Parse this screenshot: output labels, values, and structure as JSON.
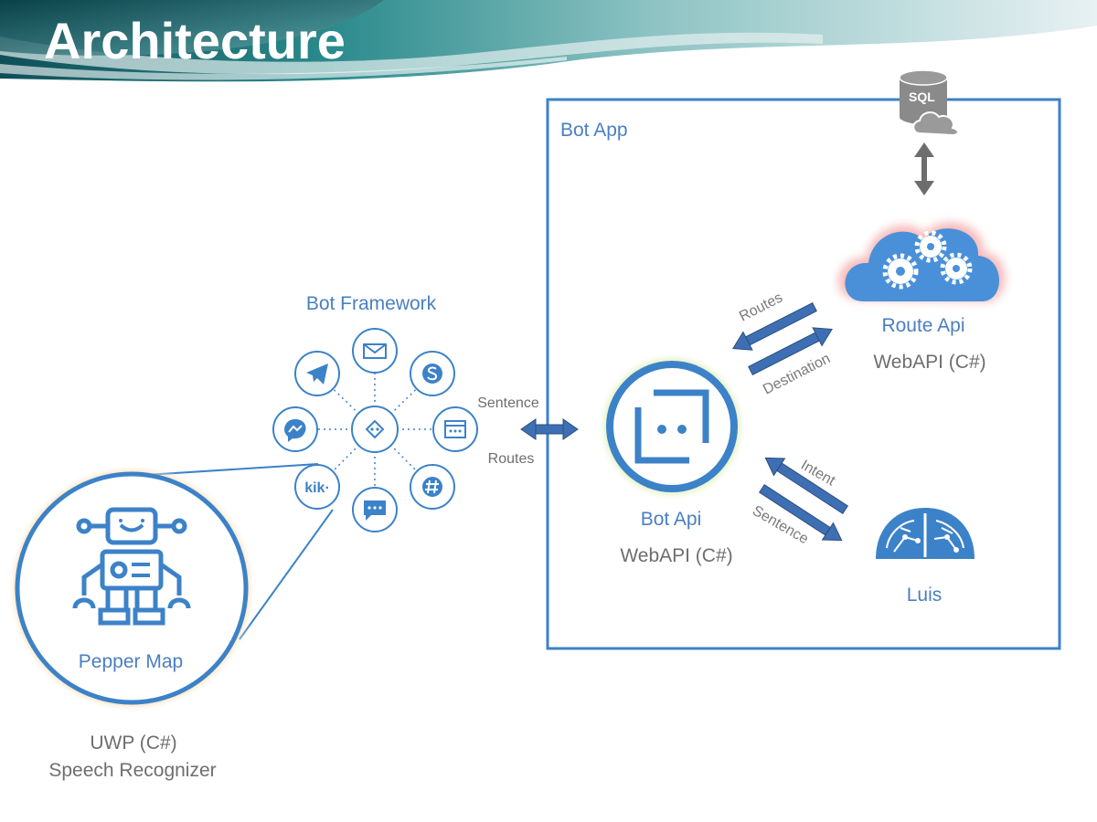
{
  "title": "Architecture",
  "bot_app": {
    "label": "Bot App"
  },
  "bot_framework": {
    "label": "Bot Framework",
    "channels": [
      "email-icon",
      "skype-icon",
      "webchat-icon",
      "slack-icon",
      "sms-icon",
      "kik-icon",
      "messenger-icon",
      "telegram-icon"
    ],
    "kik_text": "kik·"
  },
  "pepper_map": {
    "label": "Pepper Map",
    "tech": "UWP (C#)",
    "subtitle": "Speech Recognizer"
  },
  "bot_api": {
    "label": "Bot Api",
    "tech": "WebAPI (C#)"
  },
  "route_api": {
    "label": "Route Api",
    "tech": "WebAPI (C#)"
  },
  "luis": {
    "label": "Luis"
  },
  "sql": {
    "label": "SQL"
  },
  "arrows": {
    "framework_top": "Sentence",
    "framework_bottom": "Routes",
    "route_in": "Routes",
    "route_out": "Destination",
    "luis_in": "Intent",
    "luis_out": "Sentence"
  },
  "colors": {
    "accent": "#3c82c8",
    "label_blue": "#4a7fc1",
    "text_gray": "#6e6e6e",
    "arrow_fill": "#3f6fb3",
    "glow_orange": "#f5a040",
    "glow_green": "#b8e070",
    "glow_red": "#f08080"
  }
}
